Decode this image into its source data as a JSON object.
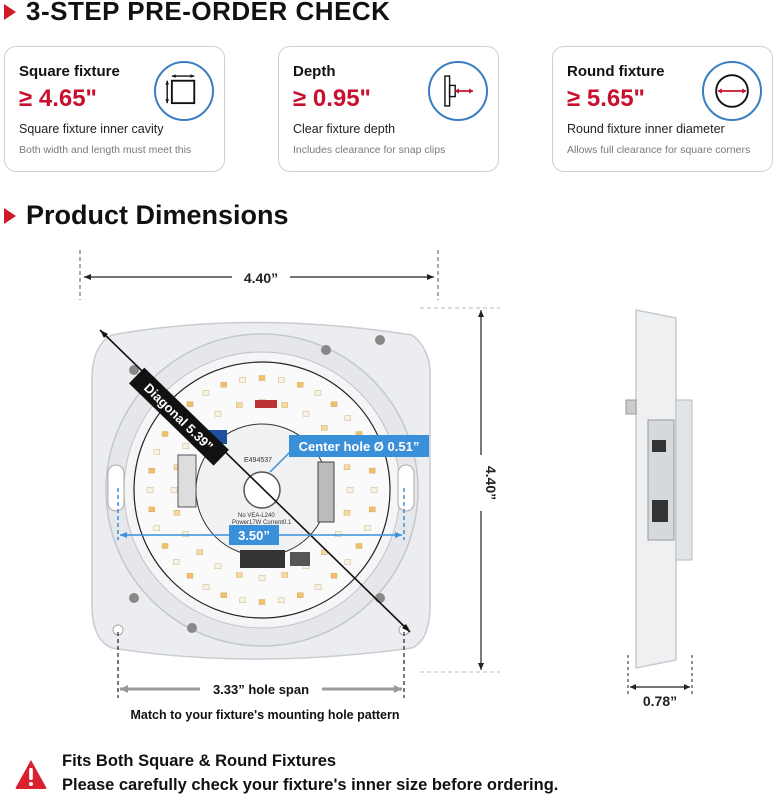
{
  "section1_title": "3-STEP PRE-ORDER CHECK",
  "cards": [
    {
      "label": "Square fixture",
      "value": "≥ 4.65\"",
      "desc": "Square fixture inner cavity",
      "note": "Both width and length must meet this",
      "icon": "square-cavity-icon"
    },
    {
      "label": "Depth",
      "value": "≥ 0.95\"",
      "desc": "Clear fixture depth",
      "note": "Includes clearance for snap clips",
      "icon": "depth-icon"
    },
    {
      "label": "Round fixture",
      "value": "≥ 5.65\"",
      "desc": "Round fixture inner diameter",
      "note": "Allows full clearance for square corners",
      "icon": "round-diameter-icon"
    }
  ],
  "section2_title": "Product Dimensions",
  "dimensions": {
    "width_top": "4.40”",
    "height_right": "4.40”",
    "diagonal": "Diagonal 5.39”",
    "center_hole": "Center hole Ø 0.51”",
    "inner_span": "3.50”",
    "hole_span": "3.33” hole span",
    "hole_note": "Match to your fixture's mounting hole pattern",
    "thickness": "0.78”"
  },
  "pcb_text": {
    "label_ce": "E494537",
    "label_model": "No VEA-L240",
    "label_power": "Power17W Current0.1"
  },
  "notice": {
    "line1": "Fits Both Square & Round Fixtures",
    "line2": "Please carefully check your fixture's inner size before ordering."
  },
  "colors": {
    "accent_red": "#c8102e",
    "accent_blue": "#3a8fd9"
  }
}
